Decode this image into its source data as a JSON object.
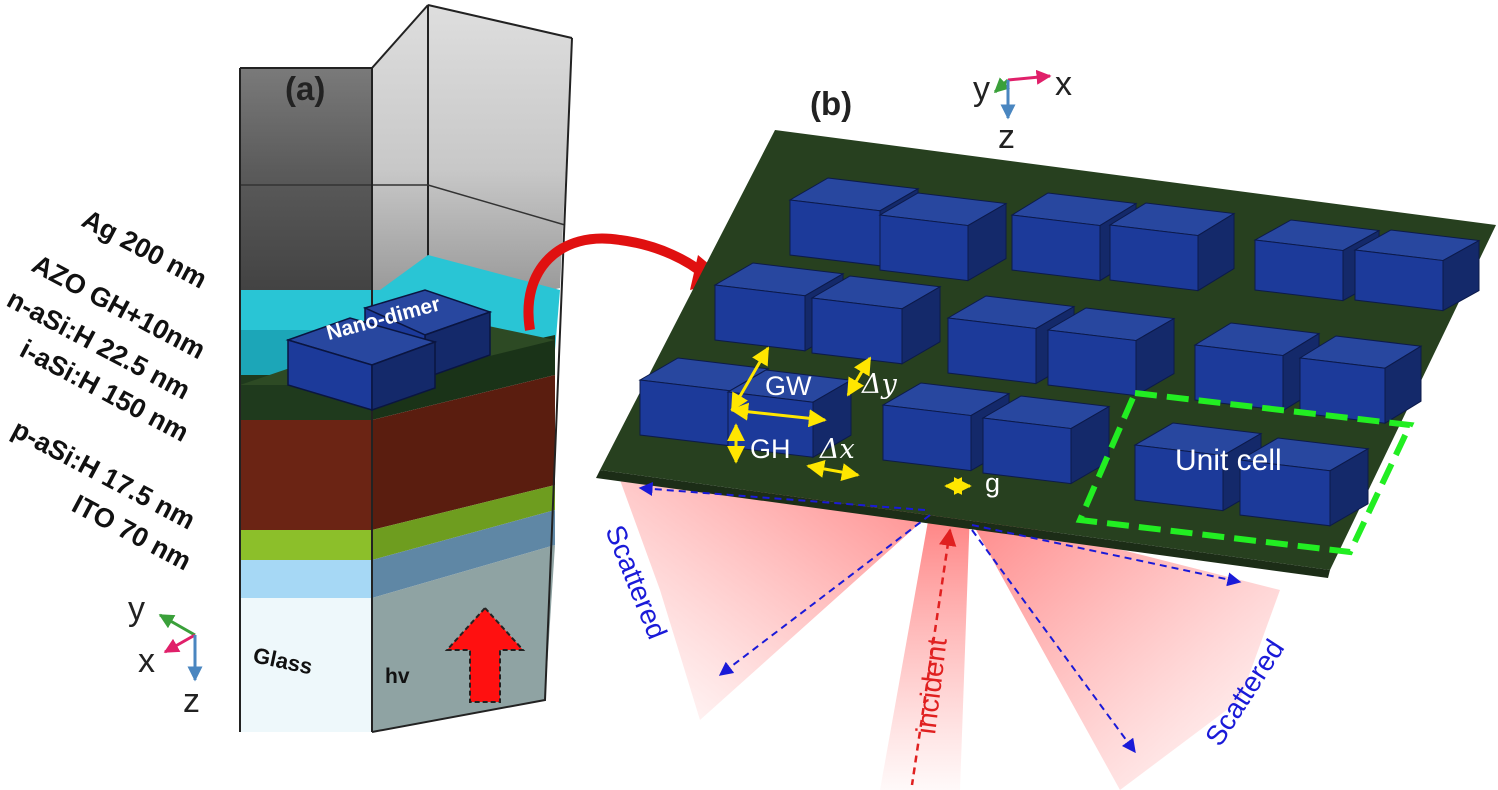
{
  "panels": {
    "a": {
      "label": "(a)"
    },
    "b": {
      "label": "(b)"
    }
  },
  "layers": [
    {
      "label": "Ag 200 nm",
      "color": "#3c3c3c"
    },
    {
      "label": "AZO GH+10nm",
      "color": "#29c5d5"
    },
    {
      "label": "n-aSi:H 22.5 nm",
      "color": "#1f3a1d"
    },
    {
      "label": "i-aSi:H 150 nm",
      "color": "#6b2414"
    },
    {
      "label": "p-aSi:H 17.5 nm",
      "color": "#8cbf2a"
    },
    {
      "label": "ITO 70 nm",
      "color": "#a6d8f5"
    }
  ],
  "stack": {
    "nano_dimer_label": "Nano-dimer",
    "glass_label": "Glass",
    "hv_label": "hv",
    "axes": {
      "y": "y",
      "x": "x",
      "z": "z"
    }
  },
  "array": {
    "axes": {
      "y": "y",
      "x": "x",
      "z": "z"
    },
    "dims": {
      "gw": "GW",
      "gh": "GH",
      "dy": "Δy",
      "dx": "Δx",
      "g": "g"
    },
    "unit_cell_label": "Unit cell",
    "rays": {
      "incident": "incident",
      "scattered_left": "Scattered",
      "scattered_right": "Scattered"
    }
  },
  "colors": {
    "block_front": "#1c3a9a",
    "block_top": "#28479f",
    "block_side": "#14296a",
    "substrate": "#27401f",
    "unit_cell_border": "#22ee22",
    "dimension_arrows": "#ffe600",
    "scattered": "#1a1ad8",
    "incident": "#e02020",
    "beam": "#ff7a7a",
    "curved_arrow": "#e01010"
  }
}
